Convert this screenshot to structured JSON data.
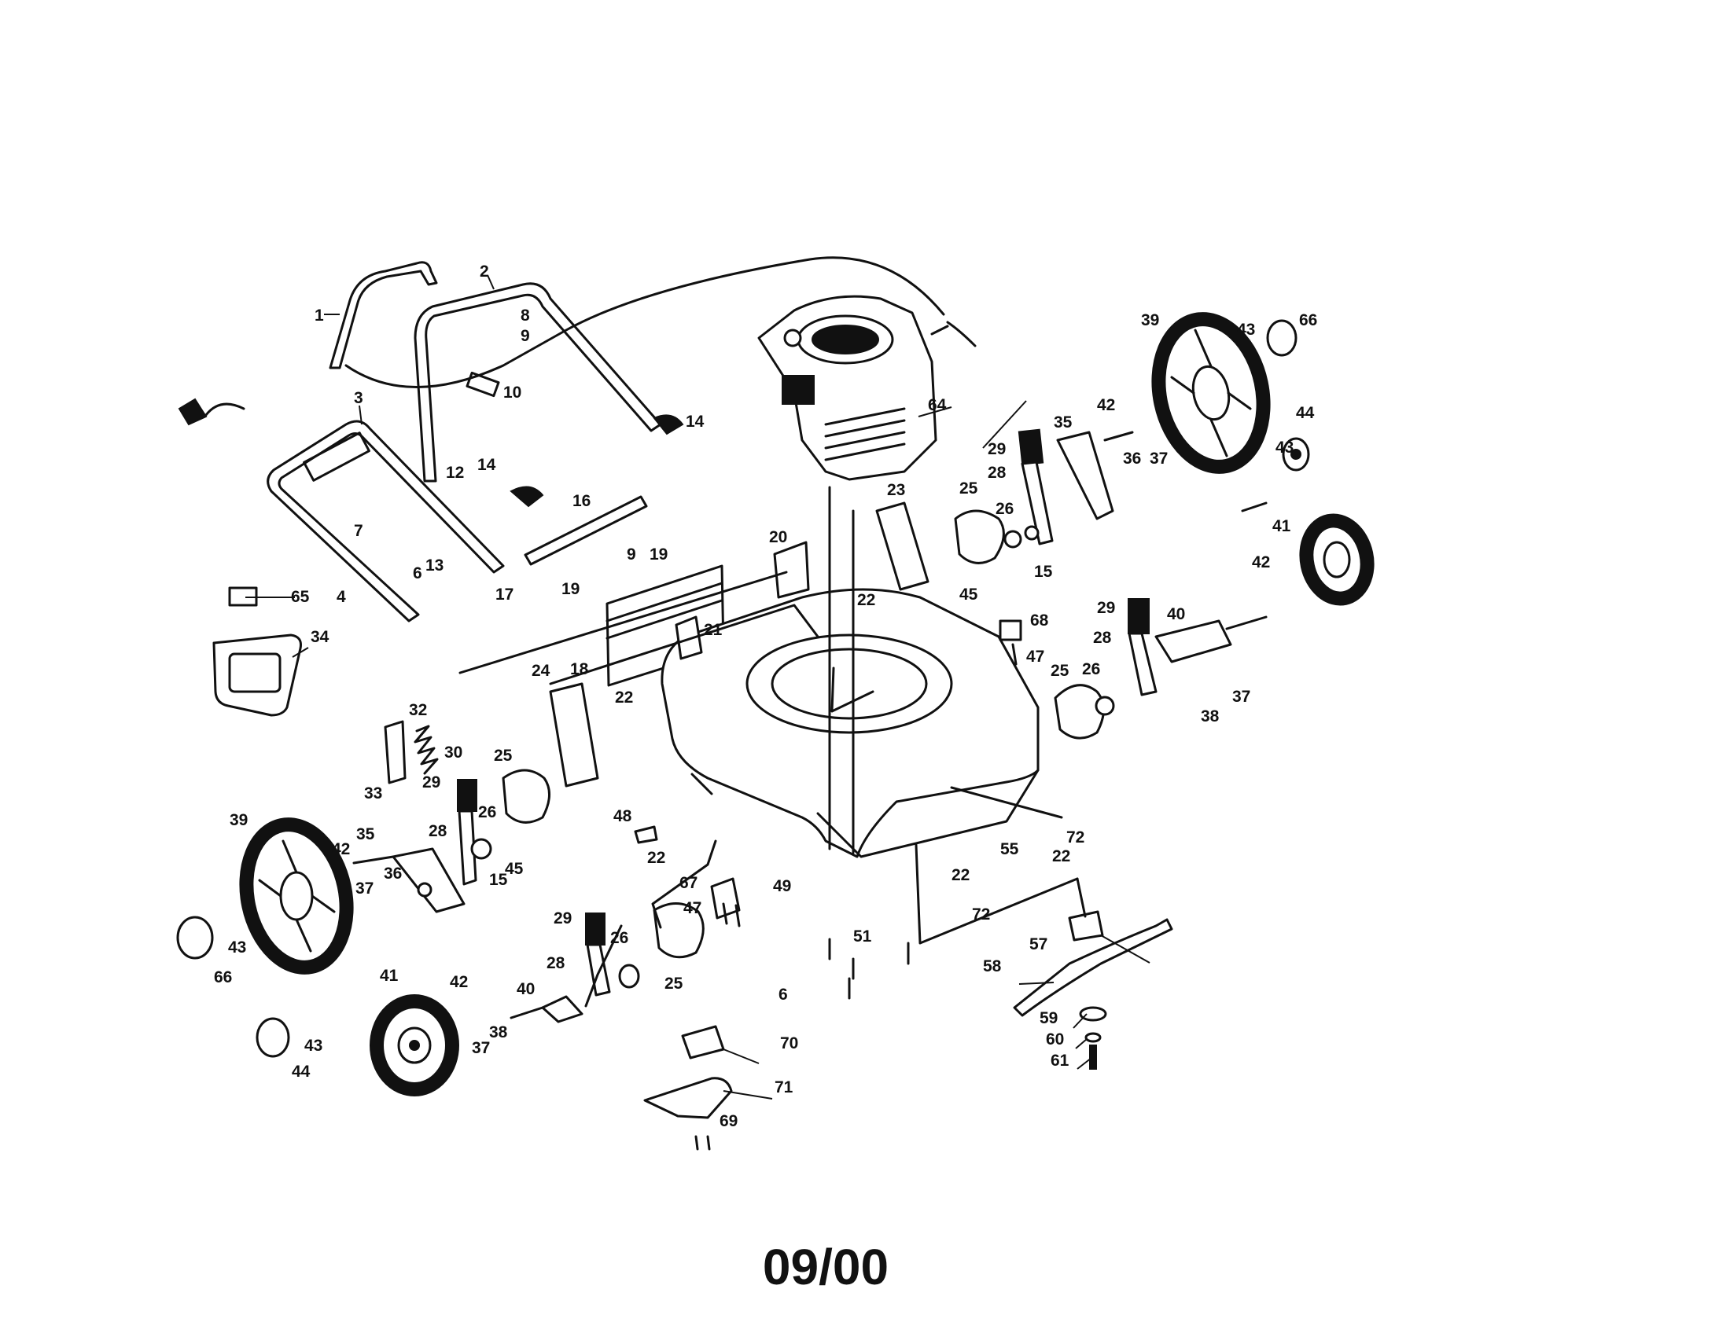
{
  "footer": {
    "date_code": "09/00"
  },
  "callouts": {
    "c1": "1",
    "c2": "2",
    "c3": "3",
    "c4": "4",
    "c6a": "6",
    "c6b": "6",
    "c7": "7",
    "c8": "8",
    "c9a": "9",
    "c9b": "9",
    "c10": "10",
    "c12": "12",
    "c13": "13",
    "c14a": "14",
    "c14b": "14",
    "c15a": "15",
    "c15b": "15",
    "c16": "16",
    "c17": "17",
    "c18": "18",
    "c19a": "19",
    "c19b": "19",
    "c20": "20",
    "c21": "21",
    "c22a": "22",
    "c22b": "22",
    "c22c": "22",
    "c22d": "22",
    "c22e": "22",
    "c23": "23",
    "c24": "24",
    "c25a": "25",
    "c25b": "25",
    "c25c": "25",
    "c25d": "25",
    "c26a": "26",
    "c26b": "26",
    "c26c": "26",
    "c26d": "26",
    "c28a": "28",
    "c28b": "28",
    "c28c": "28",
    "c28d": "28",
    "c29a": "29",
    "c29b": "29",
    "c29c": "29",
    "c29d": "29",
    "c30": "30",
    "c32": "32",
    "c33": "33",
    "c34": "34",
    "c35a": "35",
    "c35b": "35",
    "c36a": "36",
    "c36b": "36",
    "c37a": "37",
    "c37b": "37",
    "c37c": "37",
    "c37d": "37",
    "c38a": "38",
    "c38b": "38",
    "c39a": "39",
    "c39b": "39",
    "c40a": "40",
    "c40b": "40",
    "c41a": "41",
    "c41b": "41",
    "c42a": "42",
    "c42b": "42",
    "c42c": "42",
    "c42d": "42",
    "c43a": "43",
    "c43b": "43",
    "c43c": "43",
    "c43d": "43",
    "c44a": "44",
    "c44b": "44",
    "c45a": "45",
    "c45b": "45",
    "c47a": "47",
    "c47b": "47",
    "c48": "48",
    "c49": "49",
    "c51": "51",
    "c55": "55",
    "c57": "57",
    "c58": "58",
    "c59": "59",
    "c60": "60",
    "c61": "61",
    "c64": "64",
    "c65": "65",
    "c66a": "66",
    "c66b": "66",
    "c67": "67",
    "c68": "68",
    "c69": "69",
    "c70": "70",
    "c71": "71",
    "c72a": "72",
    "c72b": "72"
  },
  "icons": {
    "wheel": "wheel-icon",
    "engine": "engine-icon",
    "deck": "mower-deck-icon",
    "blade": "blade-icon"
  }
}
